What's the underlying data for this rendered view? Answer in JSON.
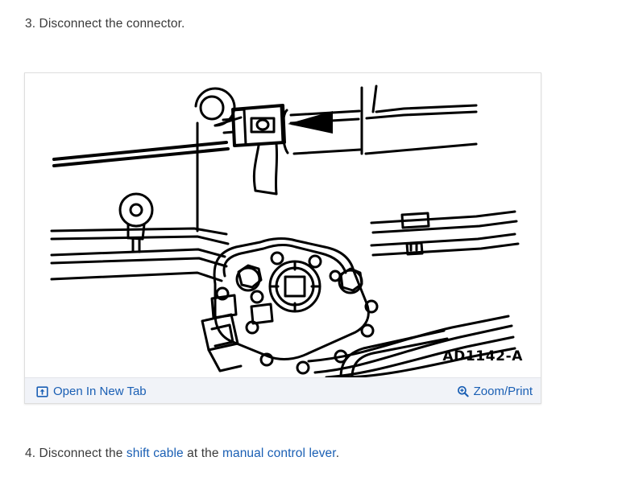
{
  "steps": {
    "step3": {
      "number": "3.",
      "text": "Disconnect the connector.",
      "full": "3. Disconnect the connector."
    },
    "step4": {
      "number": "4.",
      "lead": "4. Disconnect the ",
      "link1": "shift cable",
      "middle": " at the ",
      "link2": "manual control lever",
      "tail": "."
    }
  },
  "figure": {
    "caption_id": "AD1142-A",
    "alt": "Automatic transmission housing with electrical connector and shift cable, arrow pointing to connector",
    "toolbar": {
      "open_in_new_tab": {
        "label": "Open In New Tab",
        "icon": "open-in-new-tab-icon"
      },
      "zoom_print": {
        "label": "Zoom/Print",
        "icon": "magnifier-plus-icon"
      }
    }
  },
  "colors": {
    "link": "#1a5fb4",
    "body_text": "#3a3a3a",
    "toolbar_bg": "#f1f3f8",
    "frame_border": "#dedede",
    "diagram_stroke": "#000000"
  }
}
